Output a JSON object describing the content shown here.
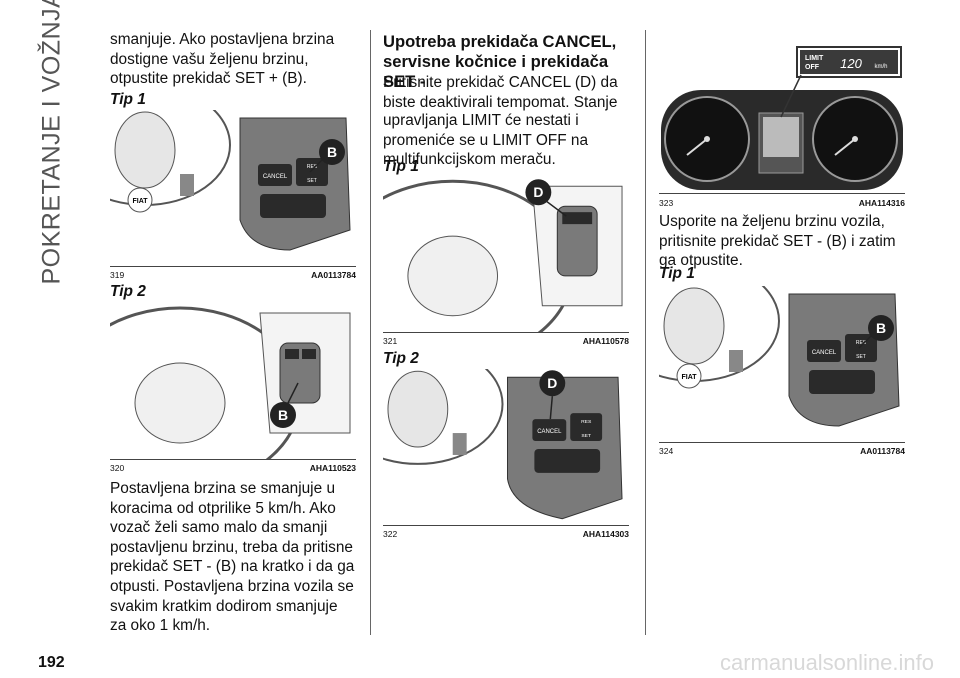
{
  "sidebar": {
    "section_title": "POKRETANJE I VOŽNJA"
  },
  "page_number": "192",
  "watermark": "carmanualsonline.info",
  "col1": {
    "intro": "smanjuje. Ako postavljena brzina dostigne vašu željenu brzinu, otpustite prekidač SET + (B).",
    "tip1": "Tip 1",
    "fig319": {
      "num": "319",
      "code": "AA0113784",
      "label": "B",
      "btn_cancel": "CANCEL",
      "btn_res": "RES",
      "btn_set": "SET"
    },
    "tip2": "Tip 2",
    "fig320": {
      "num": "320",
      "code": "AHA110523",
      "label": "B"
    },
    "body": "Postavljena brzina se smanjuje u koracima od otprilike 5 km/h. Ako vozač želi samo malo da smanji postavljenu brzinu, treba da pritisne prekidač SET - (B) na kratko i da ga otpusti. Postavljena brzina vozila se svakim kratkim dodirom smanjuje za oko 1 km/h."
  },
  "col2": {
    "heading": "Upotreba prekidača CANCEL, servisne kočnice i prekidača SET -",
    "text1": "Pritisnite prekidač CANCEL (D) da biste deaktivirali tempomat. Stanje",
    "text2": "upravljanja LIMIT će nestati i promeniće se u LIMIT OFF na multifunkcijskom meraču.",
    "tip1": "Tip 1",
    "fig321": {
      "num": "321",
      "code": "AHA110578",
      "label": "D"
    },
    "tip2": "Tip 2",
    "fig322": {
      "num": "322",
      "code": "AHA114303",
      "label": "D",
      "btn_cancel": "CANCEL",
      "btn_res": "RES",
      "btn_set": "SET"
    }
  },
  "col3": {
    "fig323": {
      "num": "323",
      "code": "AHA114316",
      "lcd_limit": "LIMIT",
      "lcd_off": "OFF",
      "lcd_speed": "120",
      "lcd_unit": "km/h"
    },
    "text": "Usporite na željenu brzinu vozila, pritisnite prekidač SET - (B) i zatim ga otpustite.",
    "tip1": "Tip 1",
    "fig324": {
      "num": "324",
      "code": "AA0113784",
      "label": "B",
      "btn_cancel": "CANCEL",
      "btn_res": "RES",
      "btn_set": "SET"
    }
  }
}
